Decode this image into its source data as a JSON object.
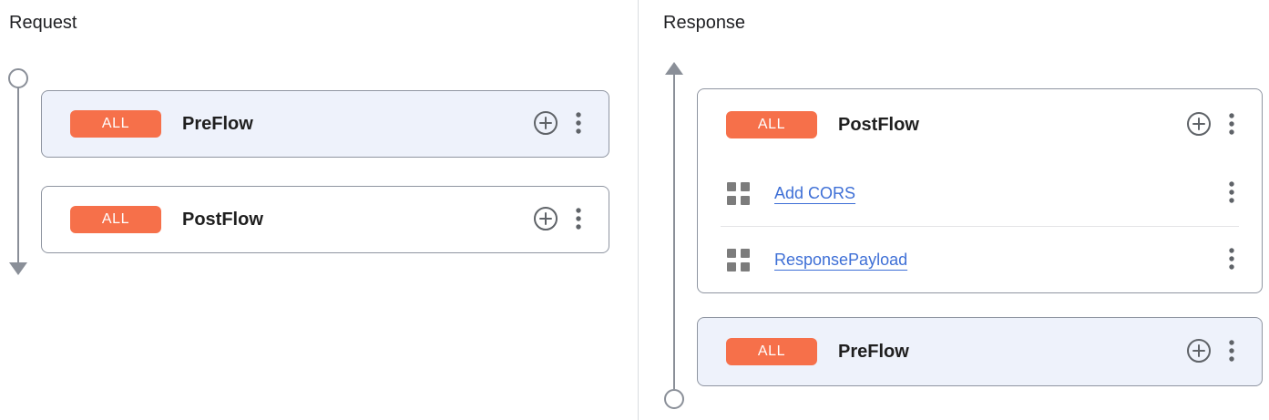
{
  "request": {
    "heading": "Request",
    "preflow_card": {
      "badge": "ALL",
      "title": "PreFlow"
    },
    "postflow_card": {
      "badge": "ALL",
      "title": "PostFlow"
    }
  },
  "response": {
    "heading": "Response",
    "postflow_card": {
      "badge": "ALL",
      "title": "PostFlow",
      "steps": [
        {
          "label": "Add CORS"
        },
        {
          "label": "ResponsePayload"
        }
      ]
    },
    "preflow_card": {
      "badge": "ALL",
      "title": "PreFlow"
    }
  },
  "icons": {
    "add_step": "plus-circle-icon",
    "more_options": "kebab-menu-icon",
    "policy": "policy-grid-icon"
  },
  "colors": {
    "badge_orange": "#f6704a",
    "highlight_card_bg": "#eef2fb",
    "card_border": "#8f95a1",
    "link_blue": "#3e6fd6",
    "rail_gray": "#8a8f98",
    "icon_gray": "#5f6368",
    "panel_divider": "#dadce0"
  }
}
